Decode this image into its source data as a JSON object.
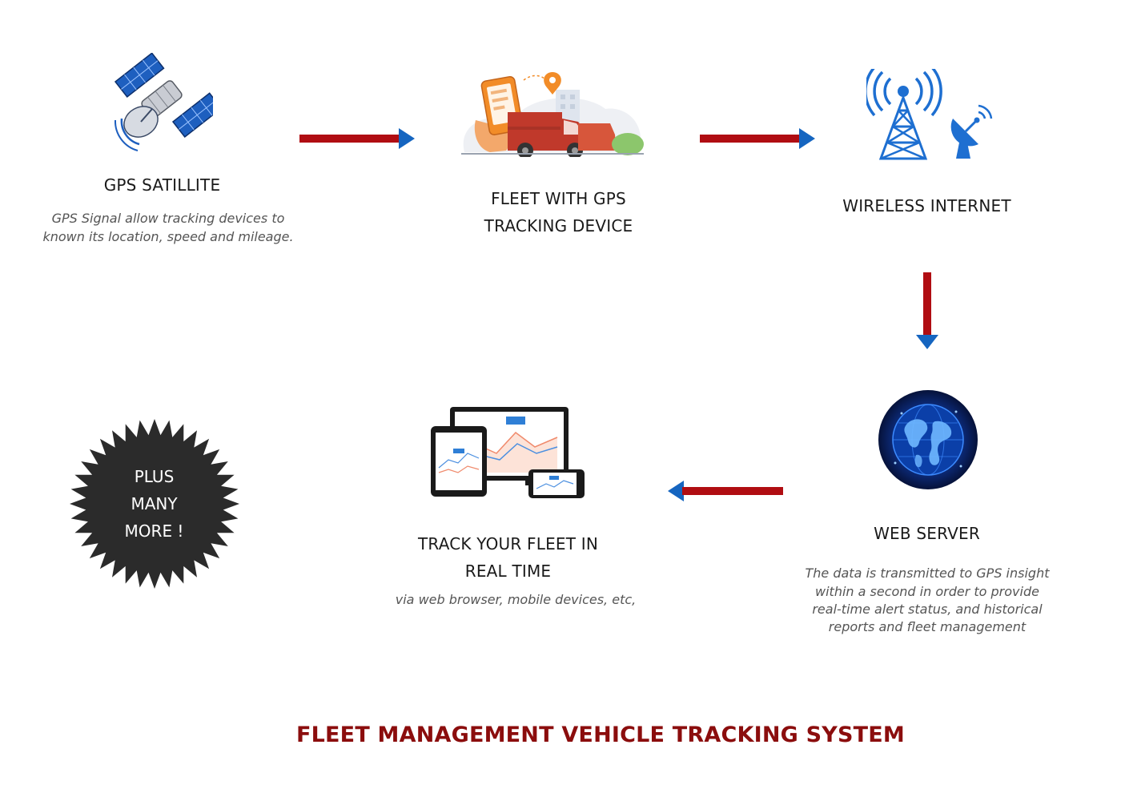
{
  "colors": {
    "arrow_shaft": "#b00d12",
    "arrow_head": "#1565c0",
    "title": "#8b0d0d",
    "burst": "#2b2b2b"
  },
  "nodes": {
    "gps": {
      "icon": "satellite-icon",
      "title": "GPS SATILLITE",
      "desc_line1": "GPS Signal allow tracking devices to",
      "desc_line2": "known its location, speed and mileage."
    },
    "fleet": {
      "icon": "delivery-van-phone-icon",
      "title_line1": "FLEET WITH GPS",
      "title_line2": "TRACKING DEVICE"
    },
    "wireless": {
      "icon": "radio-tower-icon",
      "title": "WIRELESS INTERNET"
    },
    "server": {
      "icon": "globe-icon",
      "title": "WEB SERVER",
      "desc_line1": "The data is transmitted to GPS insight",
      "desc_line2": "within a second in order to provide",
      "desc_line3": "real-time alert status, and historical",
      "desc_line4": "reports and fleet management"
    },
    "track": {
      "icon": "devices-dashboard-icon",
      "title_line1": "TRACK YOUR FLEET IN",
      "title_line2": "REAL TIME",
      "desc": "via web browser, mobile devices, etc,"
    }
  },
  "burst": {
    "line1": "PLUS",
    "line2": "MANY",
    "line3": "MORE !"
  },
  "footer": {
    "title": "FLEET MANAGEMENT VEHICLE TRACKING SYSTEM"
  }
}
